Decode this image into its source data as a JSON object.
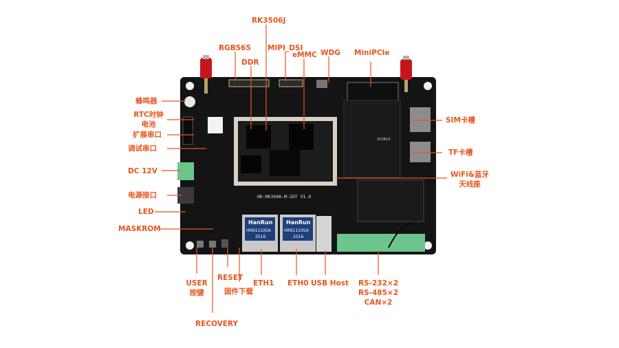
{
  "board": {
    "silkscreen": "HD-RK3506-M-IOT V1.0",
    "eth_chip_brand": "HanRun",
    "eth_chip_model": "HR911105A",
    "eth_chip_date": "2516",
    "module_code": "253814"
  },
  "labels": {
    "rk3506j": "RK3506J",
    "rgb565": "RGB565",
    "mipi_dsi": "MIPI_DSI",
    "emmc": "eMMC",
    "ddr": "DDR",
    "wdg": "WDG",
    "minipcie": "MiniPCIe",
    "buzzer": "蜂鸣器",
    "rtc_line1": "RTC时钟",
    "rtc_line2": "电池",
    "ext_uart": "扩展串口",
    "debug_uart": "调试串口",
    "dc12v": "DC 12V",
    "power_port": "电源接口",
    "led": "LED",
    "maskrom": "MASKROM",
    "sim": "SIM卡槽",
    "tf": "TF卡槽",
    "wifi_line1": "WiFi&蓝牙",
    "wifi_line2": "天线座",
    "user_line1": "USER",
    "user_line2": "按键",
    "reset": "RESET",
    "firmware": "固件下载",
    "eth1": "ETH1",
    "eth0": "ETH0",
    "usb_host": "USB Host",
    "rs232": "RS-232×2",
    "rs485": "RS-485×2",
    "can": "CAN×2",
    "recovery": "RECOVERY"
  },
  "colors": {
    "accent": "#e8551c",
    "pcb": "#141414",
    "terminal": "#6cc58a",
    "antenna": "#c4161c"
  }
}
